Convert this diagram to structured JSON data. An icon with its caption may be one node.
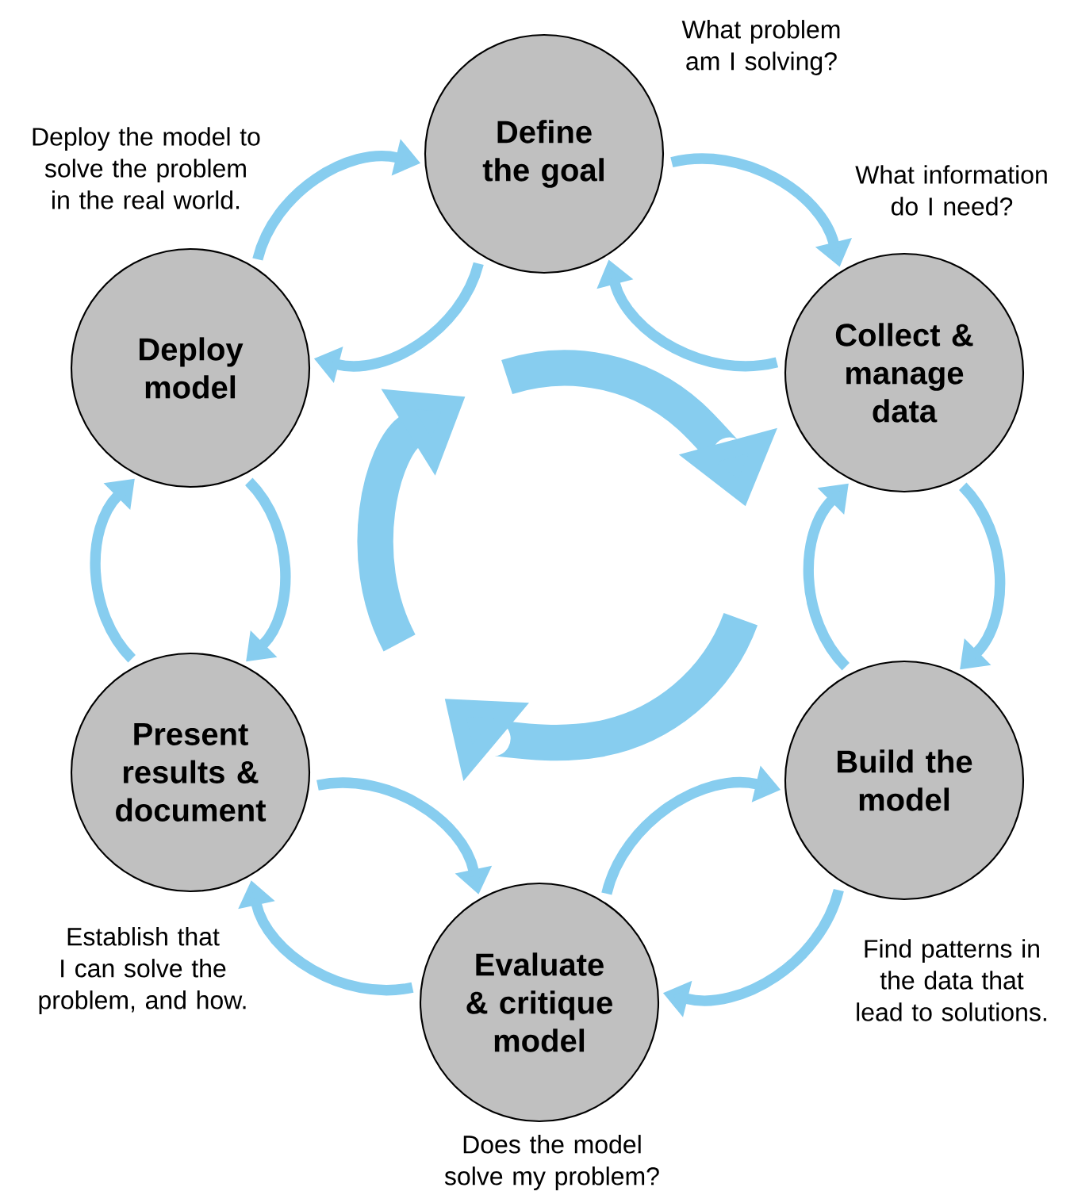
{
  "diagram": {
    "nodes": [
      {
        "text": [
          "Define the goal"
        ],
        "beside": [
          "What problem am I solving?"
        ]
      },
      {
        "text": [
          "Collect & manage data"
        ],
        "beside": [
          "What information do I need?"
        ]
      },
      {
        "text": [
          "Build the model"
        ],
        "beside": [
          "Find patterns in the data that lead to solutions."
        ]
      },
      {
        "text": [
          "Evaluate & critique model"
        ],
        "beside": [
          "Does the model solve my problem?"
        ]
      },
      {
        "text": [
          "Present results & document"
        ],
        "beside": [
          "Establish that I can solve the problem, and how."
        ]
      },
      {
        "text": [
          "Deploy model"
        ],
        "beside": [
          "Deploy the model to solve the problem in the real world."
        ]
      }
    ],
    "edges": [
      {
        "from": 0,
        "to": 1,
        "arrow": "to"
      },
      {
        "from": 1,
        "to": 0,
        "arrow": "to"
      },
      {
        "from": 1,
        "to": 2,
        "arrow": "to"
      },
      {
        "from": 2,
        "to": 1,
        "arrow": "to"
      },
      {
        "from": 2,
        "to": 3,
        "arrow": "to"
      },
      {
        "from": 3,
        "to": 2,
        "arrow": "to"
      },
      {
        "from": 3,
        "to": 4,
        "arrow": "to"
      },
      {
        "from": 4,
        "to": 3,
        "arrow": "to"
      },
      {
        "from": 4,
        "to": 5,
        "arrow": "to"
      },
      {
        "from": 5,
        "to": 4,
        "arrow": "to"
      },
      {
        "from": 5,
        "to": 0,
        "arrow": "to"
      },
      {
        "from": 0,
        "to": 5,
        "arrow": "to"
      }
    ]
  }
}
